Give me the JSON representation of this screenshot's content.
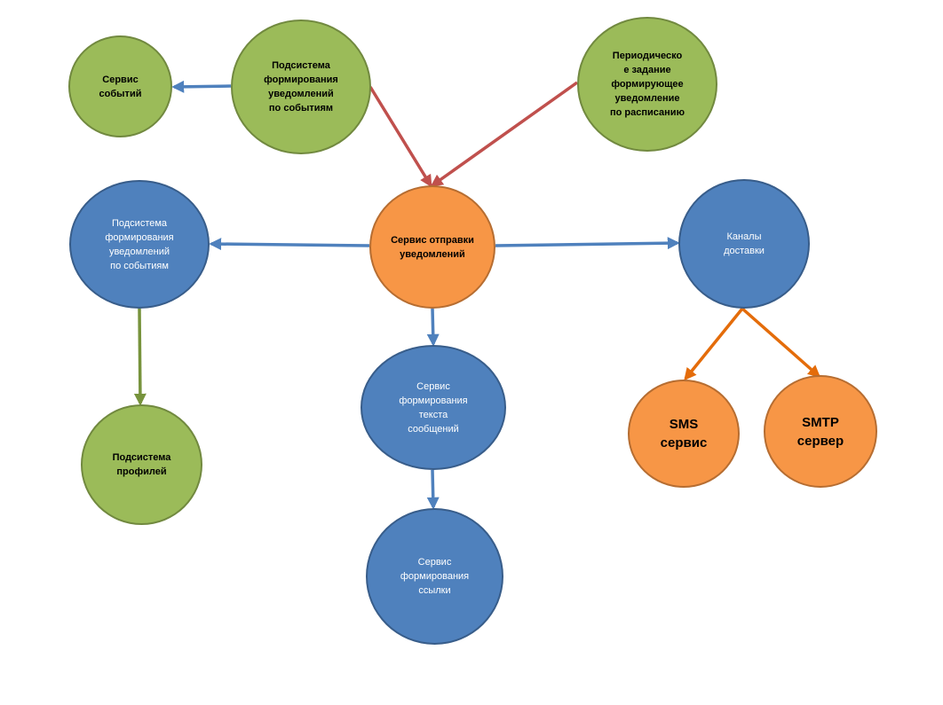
{
  "colors": {
    "green_fill": "#9bbb59",
    "green_border": "#71893f",
    "blue_fill": "#4f81bd",
    "blue_border": "#385d8a",
    "orange_fill": "#f79646",
    "orange_border": "#b66d31",
    "arrow_blue": "#4f81bd",
    "arrow_red": "#c0504d",
    "arrow_green": "#77933c",
    "arrow_orange": "#e46c0a"
  },
  "nodes": {
    "events_service": "Сервис\nсобытий",
    "green_subsystem": "Подсистема\nформирования\nуведомлений\nпо событиям",
    "periodic_task": "Периодическо\nе задание\nформирующее\nуведомление\nпо расписанию",
    "send_service": "Сервис отправки\nуведомлений",
    "blue_subsystem": "Подсистема\nформирования\nуведомлений\nпо событиям",
    "channels": "Каналы\nдоставки",
    "text_service": "Сервис\nформирования\nтекста\nсообщений",
    "profiles": "Подсистема\nпрофилей",
    "link_service": "Сервис\nформирования\nссылки",
    "sms": "SMS\nсервис",
    "smtp": "SMTP\nсервер"
  },
  "edges": [
    {
      "from": "green_subsystem",
      "to": "events_service",
      "color": "#4f81bd"
    },
    {
      "from": "green_subsystem",
      "to": "send_service",
      "color": "#c0504d"
    },
    {
      "from": "periodic_task",
      "to": "send_service",
      "color": "#c0504d"
    },
    {
      "from": "send_service",
      "to": "blue_subsystem",
      "color": "#4f81bd"
    },
    {
      "from": "send_service",
      "to": "channels",
      "color": "#4f81bd"
    },
    {
      "from": "send_service",
      "to": "text_service",
      "color": "#4f81bd"
    },
    {
      "from": "text_service",
      "to": "link_service",
      "color": "#4f81bd"
    },
    {
      "from": "blue_subsystem",
      "to": "profiles",
      "color": "#77933c"
    },
    {
      "from": "channels",
      "to": "sms",
      "color": "#e46c0a"
    },
    {
      "from": "channels",
      "to": "smtp",
      "color": "#e46c0a"
    }
  ]
}
